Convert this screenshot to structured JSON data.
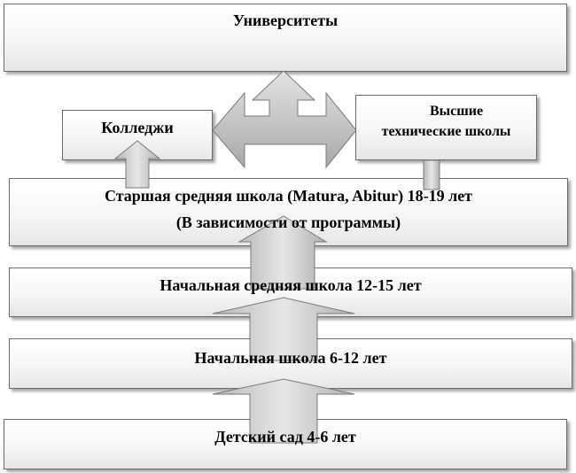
{
  "diagram": {
    "universities": "Университеты",
    "colleges": "Колледжи",
    "higher_tech_line1": "Высшие",
    "higher_tech_line2": "технические  школы",
    "upper_secondary_line1": "Старшая средняя школа (Matura, Abitur) 18-19 лет",
    "upper_secondary_line2": "(В зависимости от программы)",
    "lower_secondary": "Начальная средняя школа 12-15 лет",
    "primary": "Начальная школа 6-12 лет",
    "kindergarten": "Детский сад 4-6 лет"
  },
  "colors": {
    "border": "#6b6b6b",
    "arrow_fill": "#c8c8c8",
    "arrow_stroke": "#7a7a7a"
  }
}
